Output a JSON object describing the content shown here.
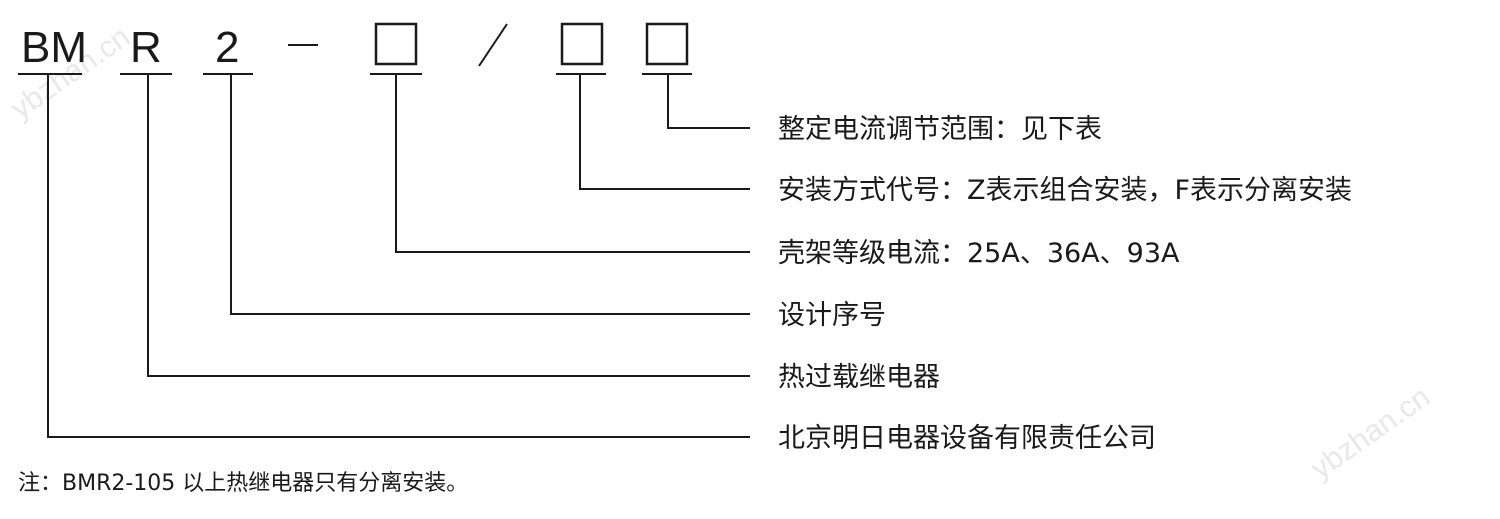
{
  "code": {
    "bm": "BM",
    "r": "R",
    "two": "2"
  },
  "descriptions": {
    "current_range": "整定电流调节范围：见下表",
    "install_mode": "安装方式代号：Z表示组合安装，F表示分离安装",
    "frame_current": "壳架等级电流：25A、36A、93A",
    "design_serial": "设计序号",
    "product": "热过载继电器",
    "company": "北京明日电器设备有限责任公司"
  },
  "note": "注：BMR2-105 以上热继电器只有分离安装。",
  "watermark": "ybzhan.cn",
  "colors": {
    "ink": "#1a1a1a",
    "watermark": "#e8e8e8"
  }
}
